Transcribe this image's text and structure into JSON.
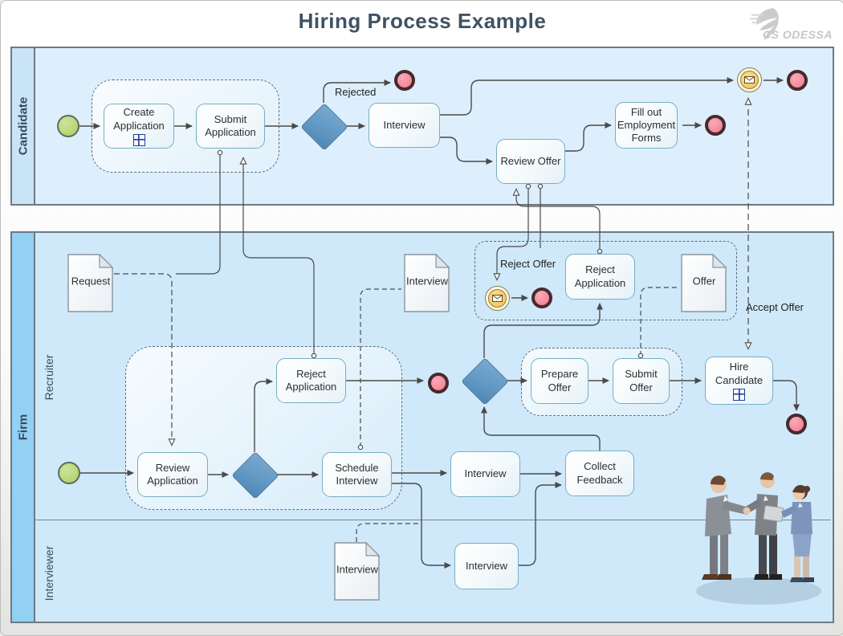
{
  "title": "Hiring Process Example",
  "logo_text": "CS ODESSA",
  "pools": {
    "candidate": {
      "label": "Candidate"
    },
    "firm": {
      "label": "Firm",
      "lanes": {
        "recruiter": {
          "label": "Recruiter"
        },
        "interviewer": {
          "label": "Interviewer"
        }
      }
    }
  },
  "tasks": {
    "create_application": "Create Application",
    "submit_application": "Submit Application",
    "interview_candidate": "Interview",
    "review_offer": "Review Offer",
    "fill_out_employment_forms": "Fill out Employment Forms",
    "review_application": "Review Application",
    "reject_application_recruiter": "Reject Application",
    "schedule_interview": "Schedule Interview",
    "interview_recruiter": "Interview",
    "collect_feedback": "Collect Feedback",
    "reject_application_offer": "Reject Application",
    "prepare_offer": "Prepare Offer",
    "submit_offer": "Submit Offer",
    "hire_candidate": "Hire Candidate",
    "interview_interviewer": "Interview"
  },
  "documents": {
    "request": "Request",
    "interview_recruiter_doc": "Interview",
    "offer": "Offer",
    "interview_interviewer_doc": "Interview"
  },
  "flow_labels": {
    "rejected": "Rejected",
    "reject_offer": "Reject Offer",
    "accept_offer": "Accept Offer"
  },
  "colors": {
    "task_border": "#78aec2",
    "gateway_fill": "#6299c4",
    "start_event_fill": "#b9d878",
    "end_event_fill": "#f58b9c",
    "end_event_border": "#46292e",
    "message_event_fill": "#f5c44c",
    "candidate_header": "#c9e4f7",
    "candidate_body": "#ddeffc",
    "firm_header": "#92d0f4",
    "firm_body": "#cfe9fa",
    "connector": "#4a4a4a"
  }
}
